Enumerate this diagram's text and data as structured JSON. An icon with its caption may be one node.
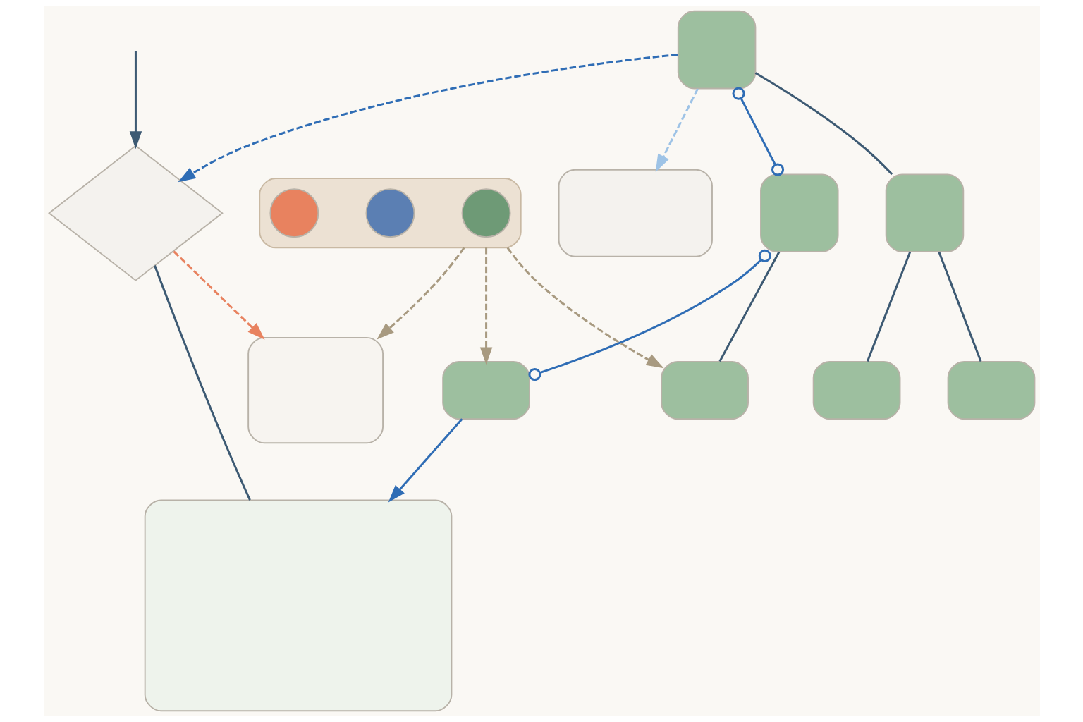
{
  "diagram": {
    "nodes": [
      {
        "text": [],
        "shape": "diamond"
      },
      {
        "text": [],
        "shape": "box"
      },
      {
        "text": [],
        "shape": "box"
      },
      {
        "text": [],
        "shape": "box"
      },
      {
        "text": [],
        "shape": "box"
      },
      {
        "text": [],
        "shape": "box"
      },
      {
        "text": [],
        "shape": "box"
      },
      {
        "text": [],
        "shape": "box"
      },
      {
        "text": [],
        "shape": "box"
      },
      {
        "text": [],
        "shape": "box"
      },
      {
        "text": [],
        "shape": "box"
      },
      {
        "text": [],
        "shape": "circle",
        "in": 10
      },
      {
        "text": [],
        "shape": "circle",
        "in": 10
      },
      {
        "text": [],
        "shape": "circle",
        "in": 10
      },
      {
        "text": [],
        "shape": "box"
      }
    ],
    "edges": [
      {
        "from": null,
        "to": 0,
        "arrow": "to"
      },
      {
        "from": 2,
        "to": 0,
        "arrow": "to",
        "style": "dashed",
        "color": "#2f6db5"
      },
      {
        "from": 0,
        "to": 14,
        "arrow": "to",
        "style": "dashed",
        "color": "#e8825f"
      },
      {
        "from": 0,
        "to": 1,
        "arrow": "none"
      },
      {
        "from": 2,
        "to": 3,
        "arrow": "none"
      },
      {
        "from": 2,
        "to": 4,
        "arrow": "other",
        "color": "#2f6db5"
      },
      {
        "from": 3,
        "to": 5,
        "arrow": "none"
      },
      {
        "from": 3,
        "to": 6,
        "arrow": "none"
      },
      {
        "from": 4,
        "to": 7,
        "arrow": "none"
      },
      {
        "from": 4,
        "to": 8,
        "arrow": "other",
        "color": "#2f6db5"
      },
      {
        "from": 8,
        "to": 1,
        "arrow": "to",
        "color": "#2f6db5"
      },
      {
        "from": 2,
        "to": 9,
        "arrow": "to",
        "style": "dashed",
        "color": "#9ec3e6"
      },
      {
        "from": 10,
        "to": 7,
        "arrow": "to",
        "style": "dashed",
        "color": "#a89a80"
      },
      {
        "from": 10,
        "to": 8,
        "arrow": "to",
        "style": "dashed",
        "color": "#a89a80"
      },
      {
        "from": 10,
        "to": 14,
        "arrow": "to",
        "style": "dashed",
        "color": "#a89a80"
      }
    ]
  }
}
